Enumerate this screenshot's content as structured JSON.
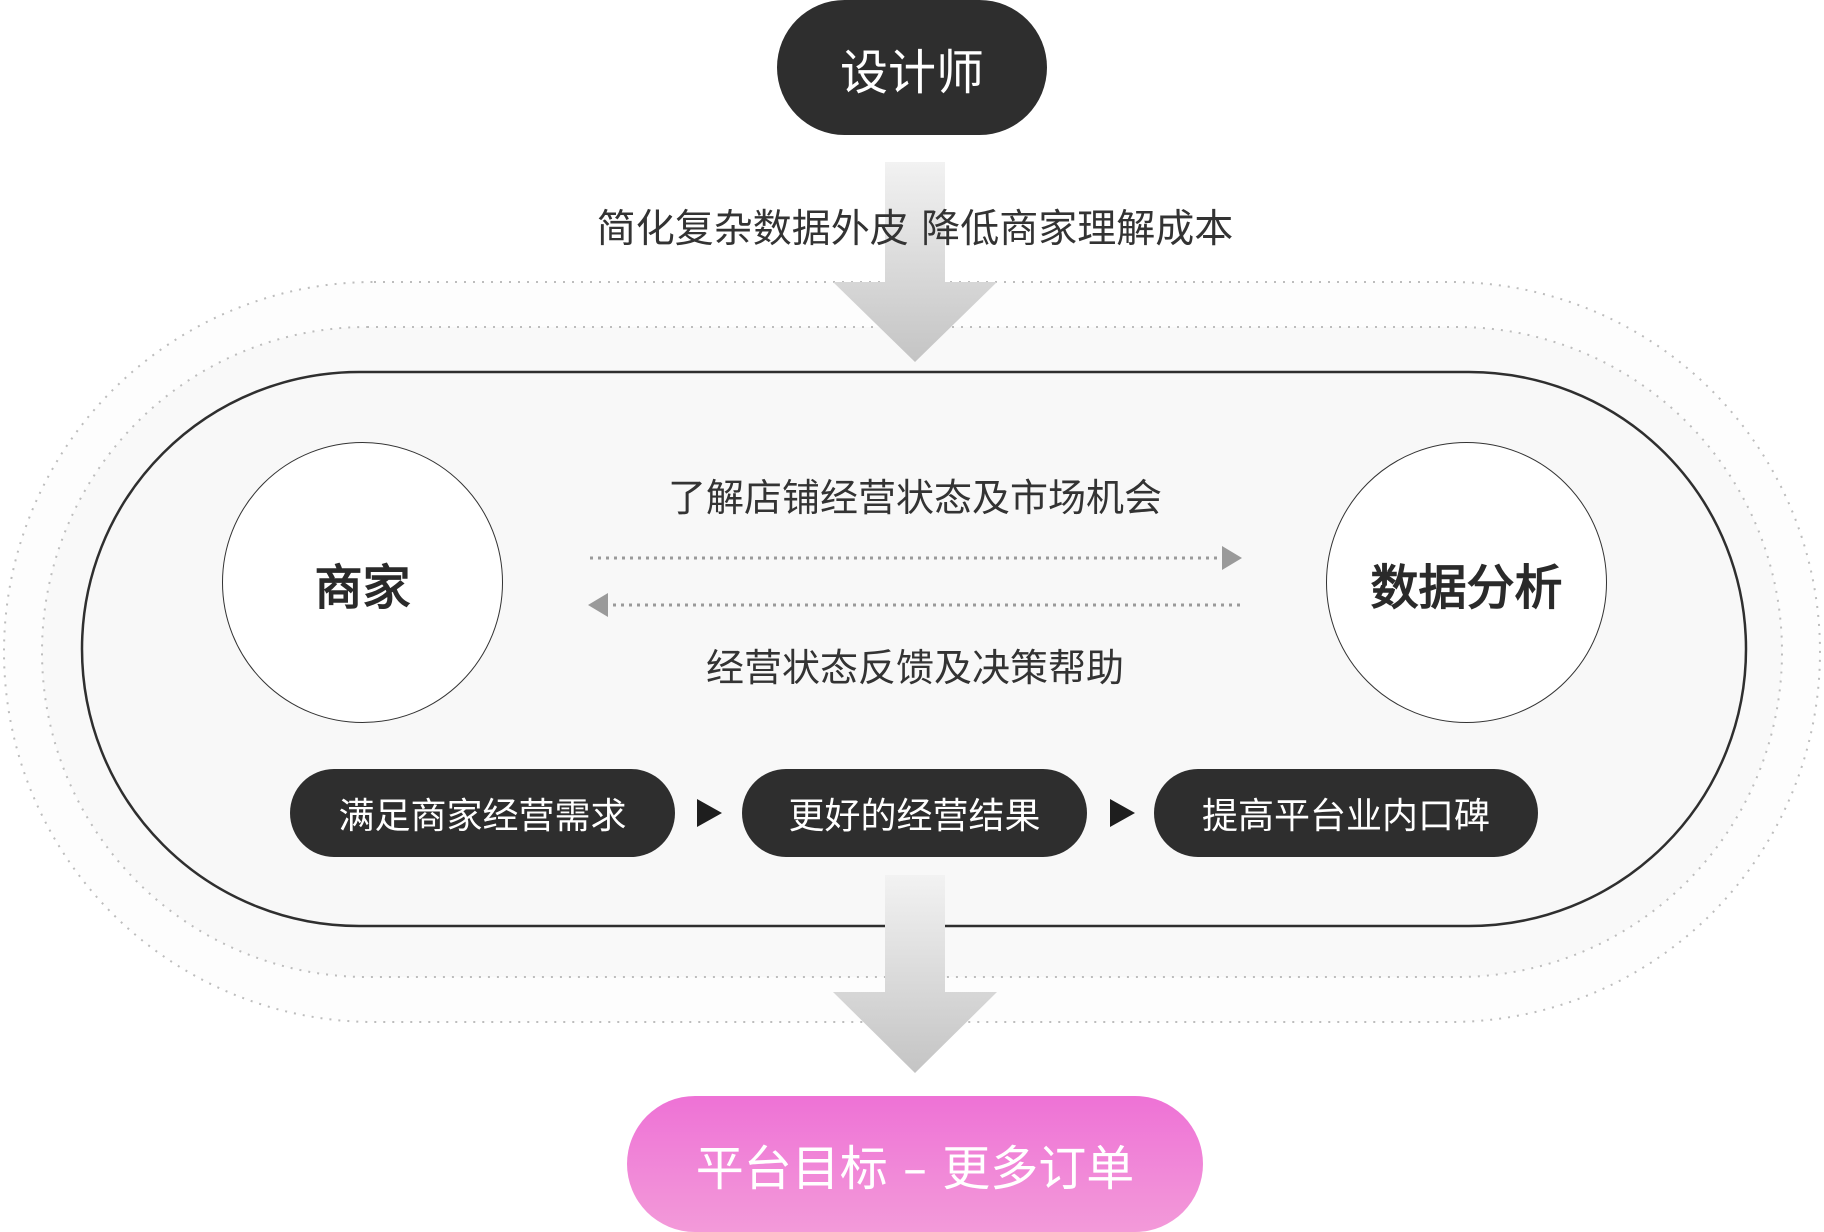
{
  "designer": {
    "label": "设计师"
  },
  "top_caption": "简化复杂数据外皮 降低商家理解成本",
  "merchant": {
    "label": "商家"
  },
  "data_analysis": {
    "label": "数据分析"
  },
  "flow": {
    "forward_label": "了解店铺经营状态及市场机会",
    "backward_label": "经营状态反馈及决策帮助"
  },
  "steps": [
    "满足商家经营需求",
    "更好的经营结果",
    "提高平台业内口碑"
  ],
  "goal": {
    "label": "平台目标 – 更多订单"
  },
  "colors": {
    "dark_pill": "#2e2e2e",
    "goal_gradient_start": "#ee72d6",
    "goal_gradient_end": "#f39ad9",
    "arrow_gray": "#cfcfcf",
    "panel_fill": "#f8f8f8"
  }
}
